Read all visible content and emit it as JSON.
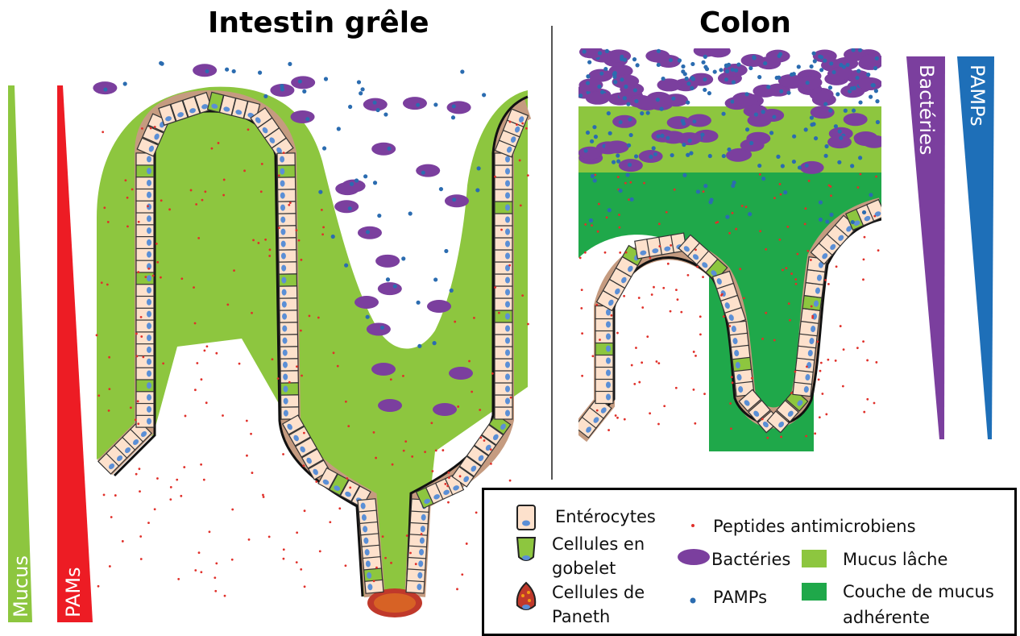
{
  "titles": {
    "small_intestine": "Intestin grêle",
    "colon": "Colon"
  },
  "gradients": {
    "mucus": {
      "label": "Mucus",
      "color": "#8dc63f"
    },
    "pams": {
      "label": "PAMs",
      "color": "#ed1c24"
    },
    "bacteria": {
      "label": "Bactéries",
      "color": "#7b3f9e"
    },
    "pamps": {
      "label": "PAMPs",
      "color": "#1e6fb8"
    }
  },
  "colors": {
    "loose_mucus": "#8dc63f",
    "adherent_mucus": "#1fa84a",
    "bacteria": "#7b3f9e",
    "pamps": "#2b6cb0",
    "antimicrobial_peptides": "#e0302a",
    "cell_fill": "#fde1cc",
    "nucleus": "#5b8fd6"
  },
  "legend": {
    "enterocytes": "Entérocytes",
    "goblet_line1": "Cellules en",
    "goblet_line2": "gobelet",
    "paneth_line1": "Cellules de",
    "paneth_line2": "Paneth",
    "peptides": "Peptides antimicrobiens",
    "bacteria": "Bactéries",
    "pamps": "PAMPs",
    "loose_mucus": "Mucus lâche",
    "adherent_line1": "Couche de mucus",
    "adherent_line2": "adhérente"
  }
}
